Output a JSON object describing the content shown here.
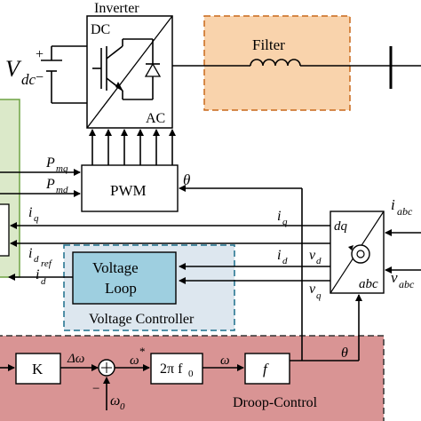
{
  "colors": {
    "filter_fill": "#f9d3ac",
    "filter_border": "#c9691a",
    "droop_fill": "#d99494",
    "voltage_controller_fill": "#dde7ef",
    "voltage_controller_border": "#1c6f8c",
    "voltage_loop_fill": "#9ecfe0",
    "left_panel_fill": "#dbe9c9",
    "left_panel_border": "#6fa343",
    "line": "#000000"
  },
  "labels": {
    "inverter_title": "Inverter",
    "inverter_dc": "DC",
    "inverter_ac": "AC",
    "vdc": "V",
    "vdc_sub": "dc",
    "plus": "+",
    "minus": "−",
    "filter": "Filter",
    "pwm": "PWM",
    "theta_pwm": "θ",
    "pmq": "P",
    "pmq_sub": "mq",
    "pmd": "P",
    "pmd_sub": "md",
    "iq_left": "i",
    "iq_left_sub": "q",
    "id_left": "i",
    "id_left_sub": "d",
    "idref": "i",
    "idref_sub": "d",
    "idref_sup": "ref",
    "voltage_loop_line1": "Voltage",
    "voltage_loop_line2": "Loop",
    "voltage_controller": "Voltage Controller",
    "iq_right": "i",
    "iq_right_sub": "q",
    "id_right": "i",
    "id_right_sub": "d",
    "vd": "v",
    "vd_sub": "d",
    "vq": "v",
    "vq_sub": "q",
    "dq": "dq",
    "abc": "abc",
    "iabc": "i",
    "iabc_sub": "abc",
    "vabc": "v",
    "vabc_sub": "abc",
    "k_block": "K",
    "delta_omega": "Δω",
    "omega_star": "ω",
    "star": "*",
    "two_pi_f0": "2π f",
    "two_pi_f0_sub": "0",
    "omega_out": "ω",
    "f_block": "f",
    "theta_droop": "θ",
    "omega0": "ω",
    "omega0_sub": "0",
    "sum_minus": "−",
    "droop_control": "Droop-Control"
  }
}
